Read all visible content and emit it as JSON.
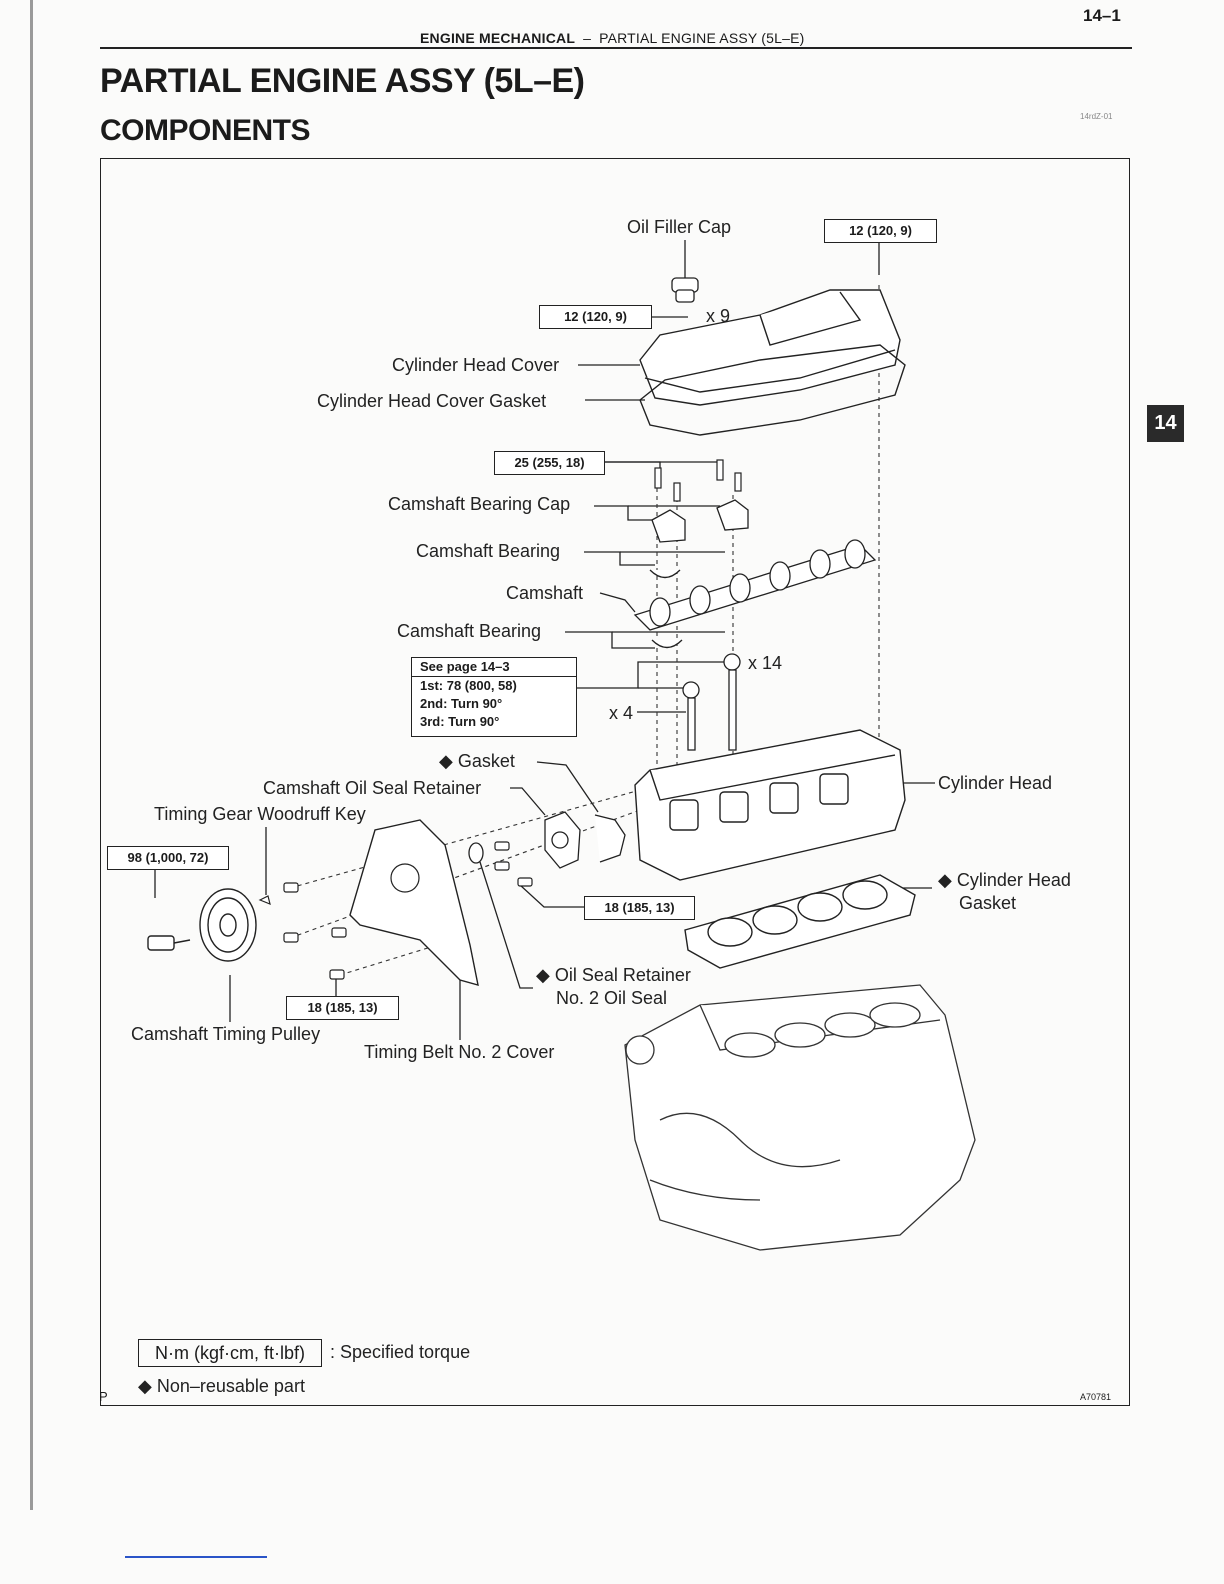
{
  "header": {
    "page_number": "14–1",
    "section": "ENGINE MECHANICAL",
    "separator": "–",
    "topic": "PARTIAL ENGINE ASSY (5L–E)",
    "small_code": "14rdZ-01"
  },
  "title": "PARTIAL ENGINE ASSY (5L–E)",
  "subtitle": "COMPONENTS",
  "side_tab": "14",
  "labels": {
    "oil_filler_cap": "Oil Filler Cap",
    "cylinder_head_cover": "Cylinder Head Cover",
    "cylinder_head_cover_gasket": "Cylinder Head Cover Gasket",
    "camshaft_bearing_cap": "Camshaft Bearing Cap",
    "camshaft_bearing_upper": "Camshaft Bearing",
    "camshaft": "Camshaft",
    "camshaft_bearing_lower": "Camshaft Bearing",
    "gasket": "◆ Gasket",
    "camshaft_oil_seal_retainer": "Camshaft Oil Seal Retainer",
    "timing_gear_woodruff_key": "Timing Gear Woodruff Key",
    "cylinder_head": "Cylinder Head",
    "cylinder_head_gasket_1": "◆ Cylinder Head",
    "cylinder_head_gasket_2": "Gasket",
    "oil_seal_retainer": "◆ Oil Seal Retainer",
    "no2_oil_seal": "No. 2 Oil Seal",
    "camshaft_timing_pulley": "Camshaft Timing Pulley",
    "timing_belt_no2_cover": "Timing Belt No. 2 Cover",
    "x9": "x 9",
    "x14": "x 14",
    "x4": "x 4"
  },
  "torques": {
    "t_cover_right": "12 (120, 9)",
    "t_cover_left": "12 (120, 9)",
    "t_bearing_cap": "25 (255, 18)",
    "t_pulley": "98 (1,000, 72)",
    "t_retainer": "18 (185, 13)",
    "t_belt_cover": "18 (185, 13)"
  },
  "head_bolt_spec": {
    "head": "See page 14–3",
    "step1": "1st: 78 (800, 58)",
    "step2": "2nd: Turn 90°",
    "step3": "3rd: Turn 90°"
  },
  "legend": {
    "torque_unit": "N·m (kgf·cm, ft·lbf)",
    "torque_text": ": Specified torque",
    "nonreusable": "◆ Non–reusable part"
  },
  "footer": {
    "p_mark": "P",
    "figure_id": "A70781"
  }
}
